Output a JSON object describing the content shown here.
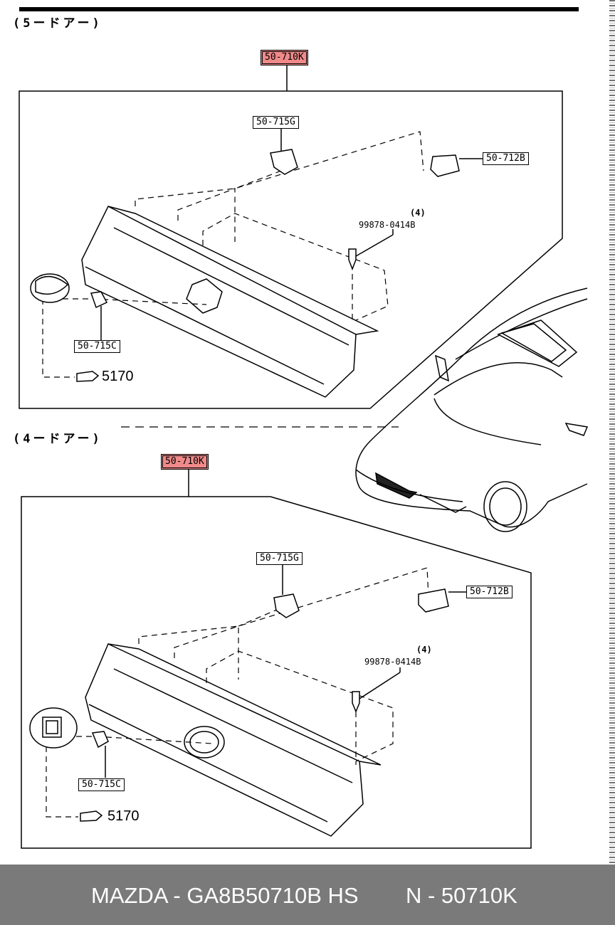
{
  "sections": {
    "five_door": {
      "title": "(5ードアー)",
      "main_part": "50-710K",
      "parts": {
        "clip_top": "50-715G",
        "bracket": "50-712B",
        "clip_side": "50-715C",
        "screw_part": "99878-0414B",
        "screw_qty": "(4)",
        "emblem_ref": "5170"
      }
    },
    "four_door": {
      "title": "(4ードアー)",
      "main_part": "50-710K",
      "parts": {
        "clip_top": "50-715G",
        "bracket": "50-712B",
        "clip_side": "50-715C",
        "screw_part": "99878-0414B",
        "screw_qty": "(4)",
        "emblem_ref": "5170"
      }
    }
  },
  "colors": {
    "highlight": "#f08a8a",
    "footer_bg": "#7a7a7a",
    "footer_text": "#ffffff"
  },
  "footer": {
    "left_text": "MAZDA - GA8B50710B HS",
    "right_text": "N - 50710K"
  }
}
